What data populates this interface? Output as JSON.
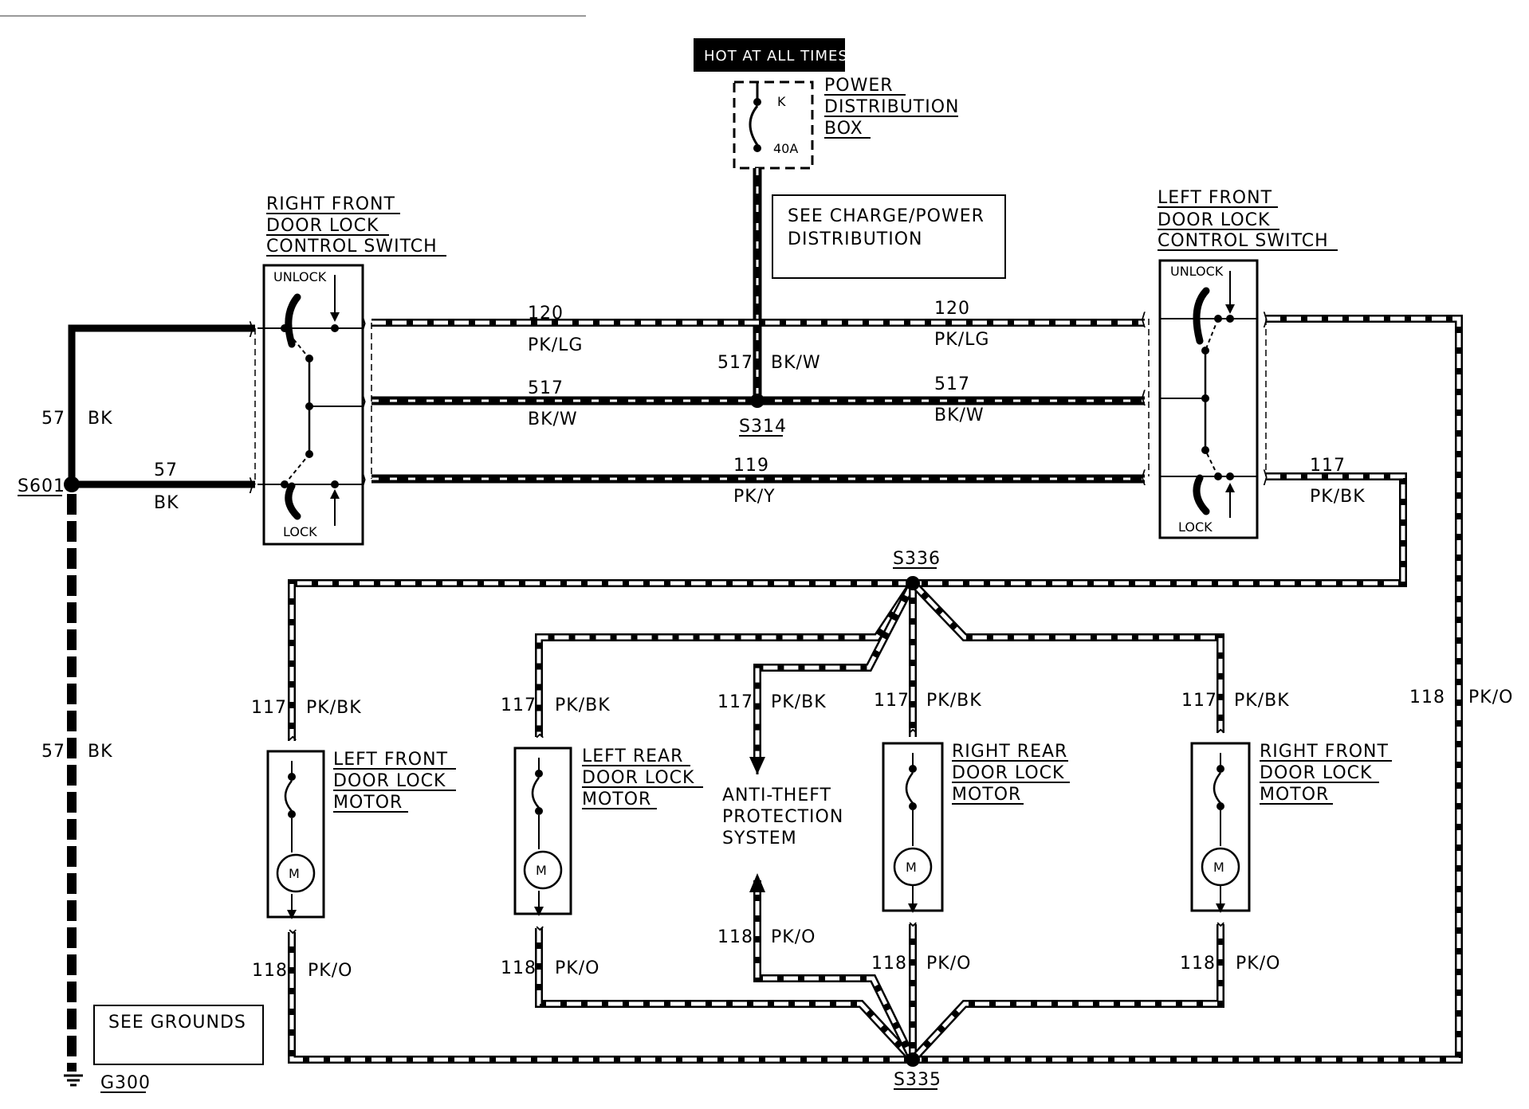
{
  "power": {
    "hot_label": "HOT AT ALL TIMES",
    "box_title": [
      "POWER",
      "DISTRIBUTION",
      "BOX"
    ],
    "fuse_id": "K",
    "fuse_rating": "40A",
    "see_note": [
      "SEE CHARGE/POWER",
      "DISTRIBUTION"
    ]
  },
  "switches": {
    "right_front": {
      "title": [
        "RIGHT FRONT",
        "DOOR LOCK",
        "CONTROL SWITCH"
      ],
      "unlock": "UNLOCK",
      "lock": "LOCK"
    },
    "left_front": {
      "title": [
        "LEFT FRONT",
        "DOOR LOCK",
        "CONTROL SWITCH"
      ],
      "unlock": "UNLOCK",
      "lock": "LOCK"
    }
  },
  "wires": {
    "w120_left": {
      "circuit": "120",
      "color": "PK/LG"
    },
    "w120_right": {
      "circuit": "120",
      "color": "PK/LG"
    },
    "w517_vert": {
      "circuit": "517",
      "color": "BK/W"
    },
    "w517_left": {
      "circuit": "517",
      "color": "BK/W"
    },
    "w517_right": {
      "circuit": "517",
      "color": "BK/W"
    },
    "w119": {
      "circuit": "119",
      "color": "PK/Y"
    },
    "w117_right": {
      "circuit": "117",
      "color": "PK/BK"
    },
    "w57_top": {
      "circuit": "57",
      "color": "BK"
    },
    "w57_mid": {
      "circuit": "57",
      "color": "BK"
    },
    "w57_bottom": {
      "circuit": "57",
      "color": "BK"
    },
    "w118_far_right": {
      "circuit": "118",
      "color": "PK/O"
    }
  },
  "splices": {
    "s314": "S314",
    "s336": "S336",
    "s335": "S335",
    "s601": "S601",
    "g300": "G300"
  },
  "motors": [
    {
      "title": [
        "LEFT FRONT",
        "DOOR LOCK",
        "MOTOR"
      ],
      "top_circuit": "117",
      "top_color": "PK/BK",
      "bottom_circuit": "118",
      "bottom_color": "PK/O",
      "symbol": "M"
    },
    {
      "title": [
        "LEFT REAR",
        "DOOR LOCK",
        "MOTOR"
      ],
      "top_circuit": "117",
      "top_color": "PK/BK",
      "bottom_circuit": "118",
      "bottom_color": "PK/O",
      "symbol": "M"
    },
    {
      "title": [
        "RIGHT REAR",
        "DOOR LOCK",
        "MOTOR"
      ],
      "top_circuit": "117",
      "top_color": "PK/BK",
      "bottom_circuit": "118",
      "bottom_color": "PK/O",
      "symbol": "M"
    },
    {
      "title": [
        "RIGHT FRONT",
        "DOOR LOCK",
        "MOTOR"
      ],
      "top_circuit": "117",
      "top_color": "PK/BK",
      "bottom_circuit": "118",
      "bottom_color": "PK/O",
      "symbol": "M"
    }
  ],
  "anti_theft": {
    "title": [
      "ANTI-THEFT",
      "PROTECTION",
      "SYSTEM"
    ],
    "in_circuit": "117",
    "in_color": "PK/BK",
    "out_circuit": "118",
    "out_color": "PK/O"
  },
  "grounds_note": "SEE GROUNDS"
}
